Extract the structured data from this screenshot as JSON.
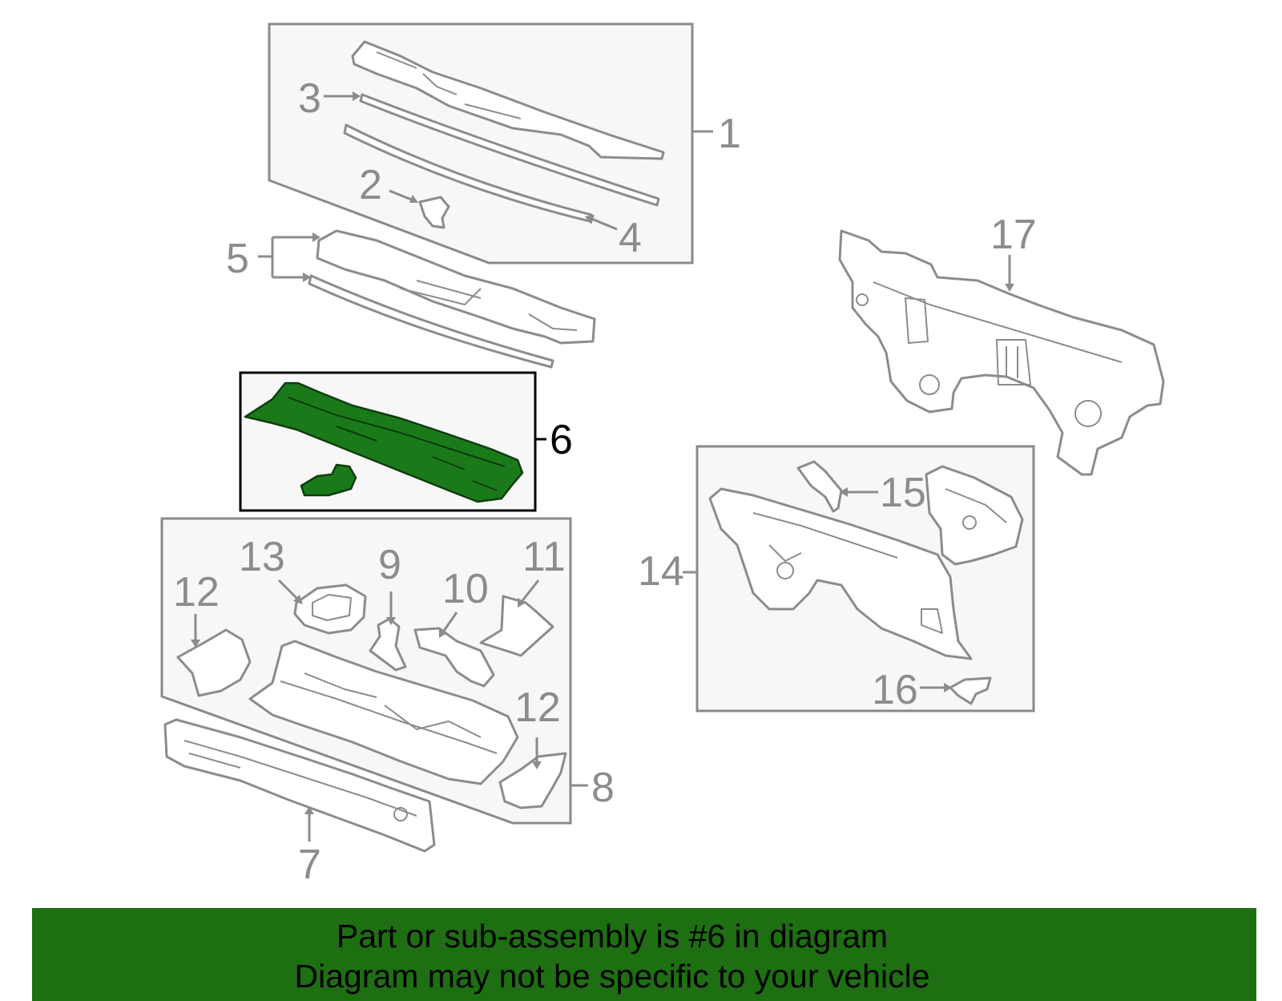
{
  "diagram": {
    "highlighted_part": "6",
    "labels": {
      "p1": "1",
      "p2": "2",
      "p3": "3",
      "p4": "4",
      "p5": "5",
      "p6": "6",
      "p7": "7",
      "p8": "8",
      "p9": "9",
      "p10": "10",
      "p11": "11",
      "p12a": "12",
      "p12b": "12",
      "p13": "13",
      "p14": "14",
      "p15": "15",
      "p16": "16",
      "p17": "17"
    },
    "colors": {
      "highlight": "#1a7a1a",
      "banner": "#1e6e12",
      "parts": "#8c8c8c"
    }
  },
  "banner": {
    "line1": "Part or sub-assembly is #6 in diagram",
    "line2": "Diagram may not be specific to your vehicle"
  }
}
